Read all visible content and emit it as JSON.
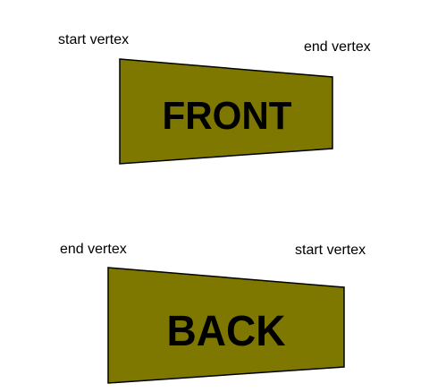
{
  "colors": {
    "face_fill": "#7F7800",
    "face_stroke": "#000000",
    "text": "#000000",
    "background": "#FFFFFF"
  },
  "front": {
    "face_label": "FRONT",
    "start_vertex_label": "start vertex",
    "end_vertex_label": "end vertex"
  },
  "back": {
    "face_label": "BACK",
    "start_vertex_label": "start vertex",
    "end_vertex_label": "end vertex"
  }
}
